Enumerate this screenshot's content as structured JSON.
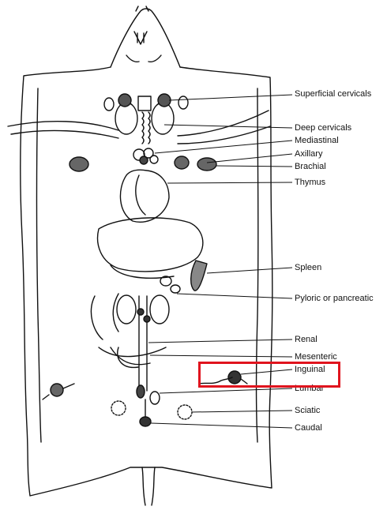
{
  "diagram": {
    "labels": [
      "Superficial cervicals",
      "Deep cervicals",
      "Mediastinal",
      "Axillary",
      "Brachial",
      "Thymus",
      "Spleen",
      "Pyloric or pancreatic",
      "Renal",
      "Mesenteric",
      "Inguinal",
      "Lumbar",
      "Sciatic",
      "Caudal"
    ],
    "highlighted": "Inguinal",
    "highlight_color": "#e0141e",
    "ink_color": "#111111"
  }
}
